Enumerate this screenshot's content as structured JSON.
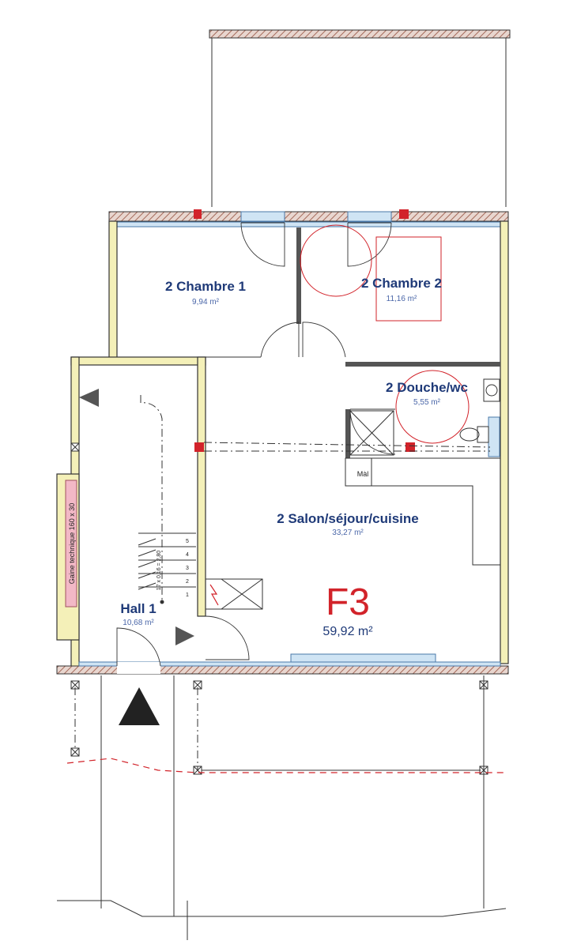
{
  "rooms": {
    "chambre1": {
      "name": "2 Chambre 1",
      "area": "9,94 m²"
    },
    "chambre2": {
      "name": "2 Chambre 2",
      "area": "11,16 m²"
    },
    "douche": {
      "name": "2 Douche/wc",
      "area": "5,55 m²"
    },
    "salon": {
      "name": "2 Salon/séjour/cuisine",
      "area": "33,27 m²"
    },
    "hall": {
      "name": "Hall 1",
      "area": "10,68 m²"
    }
  },
  "apartment": {
    "code": "F3",
    "total_area": "59,92 m²"
  },
  "labels": {
    "gaine": "Gaine technique 160 x 30",
    "mal": "Màl",
    "stair_dims": "17 x 0,16 = 2,80"
  },
  "stair_steps": [
    "1",
    "2",
    "3",
    "4",
    "5"
  ],
  "colors": {
    "wall_fill": "#f4f0b8",
    "room_label": "#1f3a78",
    "accent_red": "#d2232a",
    "window_blue": "#cfe4f4",
    "gaine_pink": "#f2b8c6"
  }
}
